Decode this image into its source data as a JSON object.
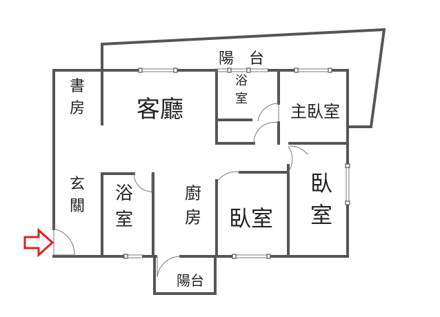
{
  "plan": {
    "rooms": {
      "balcony_top": "陽　台",
      "study": "書\n房",
      "living": "客廳",
      "bath_top": "浴\n室",
      "master_bedroom": "主臥室",
      "entry": "玄\n關",
      "bath_left": "浴\n室",
      "kitchen": "廚\n房",
      "bedroom_mid": "臥室",
      "bedroom_right": "臥\n室",
      "balcony_bottom": "陽台"
    },
    "colors": {
      "wall": "#555555",
      "entrance_arrow": "#dd2222"
    },
    "icons": [
      "entrance-arrow-icon"
    ]
  }
}
